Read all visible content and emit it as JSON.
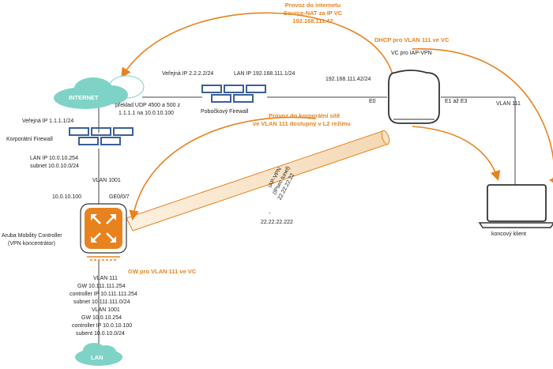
{
  "labels": {
    "internet_nat_title": "Provoz do internetu",
    "internet_nat_line2": "Source-NAT za IP VC",
    "internet_nat_ip": "192.168.111.42",
    "dhcp_label": "DHCP pro VLAN 111 ve VC",
    "vc_label": "VC pro IAP-VPN",
    "public_ip": "Veřejná IP 2.2.2.2/24",
    "lan_ip_home": "LAN IP 192.168.111.1/24",
    "vc_ip": "192.168.111.42/24",
    "internet_cloud": "INTERNET",
    "translation_line1": "překlad UDP 4500 a 500 z",
    "translation_line2": "1.1.1.1 na 10.0.10.100",
    "home_firewall": "Pobočkový Firewall",
    "port_e0": "E0",
    "port_e1_e3": "E1 až E3",
    "vlan111_right": "VLAN 111",
    "corp_public_ip": "Veřejná IP 1.1.1.1/24",
    "corp_traffic_line1": "Provoz do korporátní sítě",
    "corp_traffic_line2": "ve VLAN 111 dostupný v L2 režimu",
    "corp_firewall": "Korporátní Firewall",
    "corp_lan_ip": "LAN IP  10.0.10.254",
    "corp_subnet": "subnet  10.0.10.0/24",
    "vlan1001": "VLAN 1001",
    "ctrl_ip": "10.0.10.100",
    "ge_port": "GE0/0/7",
    "tunnel_line1": "IAP-VPN",
    "tunnel_line2": "(IPsec tunel)",
    "tunnel_ip1": "22.22.22.22",
    "tunnel_dash": "-",
    "tunnel_ip2": "22.22.22.222",
    "controller_line1": "Aruba Mobility Controller",
    "controller_line2": "(VPN koncentrátor)",
    "gw_label": "GW pro VLAN 111 ve VC",
    "client_label": "koncový klient",
    "lan_cloud": "LAN",
    "ctrl_details": [
      "VLAN 111",
      "GW 10.111.111.254",
      "controller IP 10.111.111.254",
      "subnet 10.111.111.0/24",
      "VLAN 1001",
      "GW 10.0.10.254",
      "controller IP 10.0.10.100",
      "subent 10.0.10.0/24"
    ]
  },
  "colors": {
    "accent": "#e8821e",
    "cloud": "#7fd3c6",
    "firewall": "#3a5f99",
    "controller": "#e8821e"
  },
  "icons": [
    "cloud-icon",
    "firewall-icon",
    "access-point-icon",
    "controller-icon",
    "laptop-icon"
  ]
}
